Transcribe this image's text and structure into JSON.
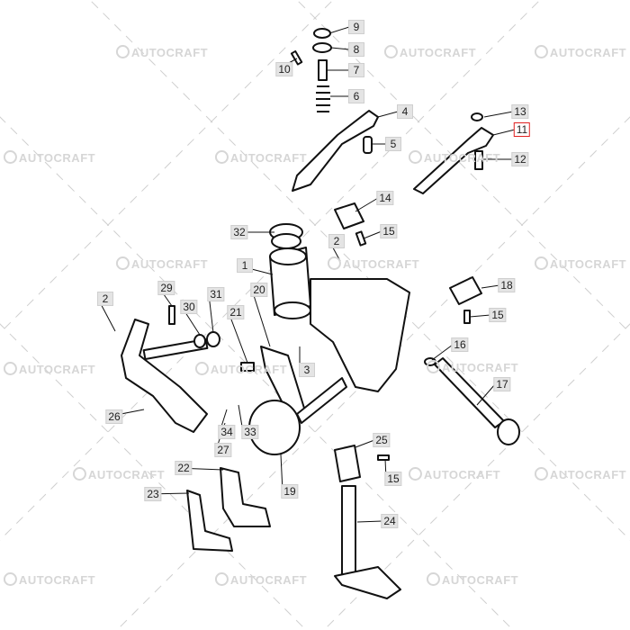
{
  "watermark_text": "AUTOCRAFT",
  "highlight_color": "#e02020",
  "highlighted_part": "11",
  "part_labels": [
    "9",
    "8",
    "10",
    "7",
    "6",
    "4",
    "5",
    "13",
    "11",
    "12",
    "14",
    "32",
    "2",
    "15",
    "1",
    "18",
    "15",
    "29",
    "30",
    "31",
    "20",
    "21",
    "2",
    "16",
    "3",
    "17",
    "26",
    "34",
    "33",
    "27",
    "25",
    "15",
    "19",
    "22",
    "23",
    "24"
  ]
}
